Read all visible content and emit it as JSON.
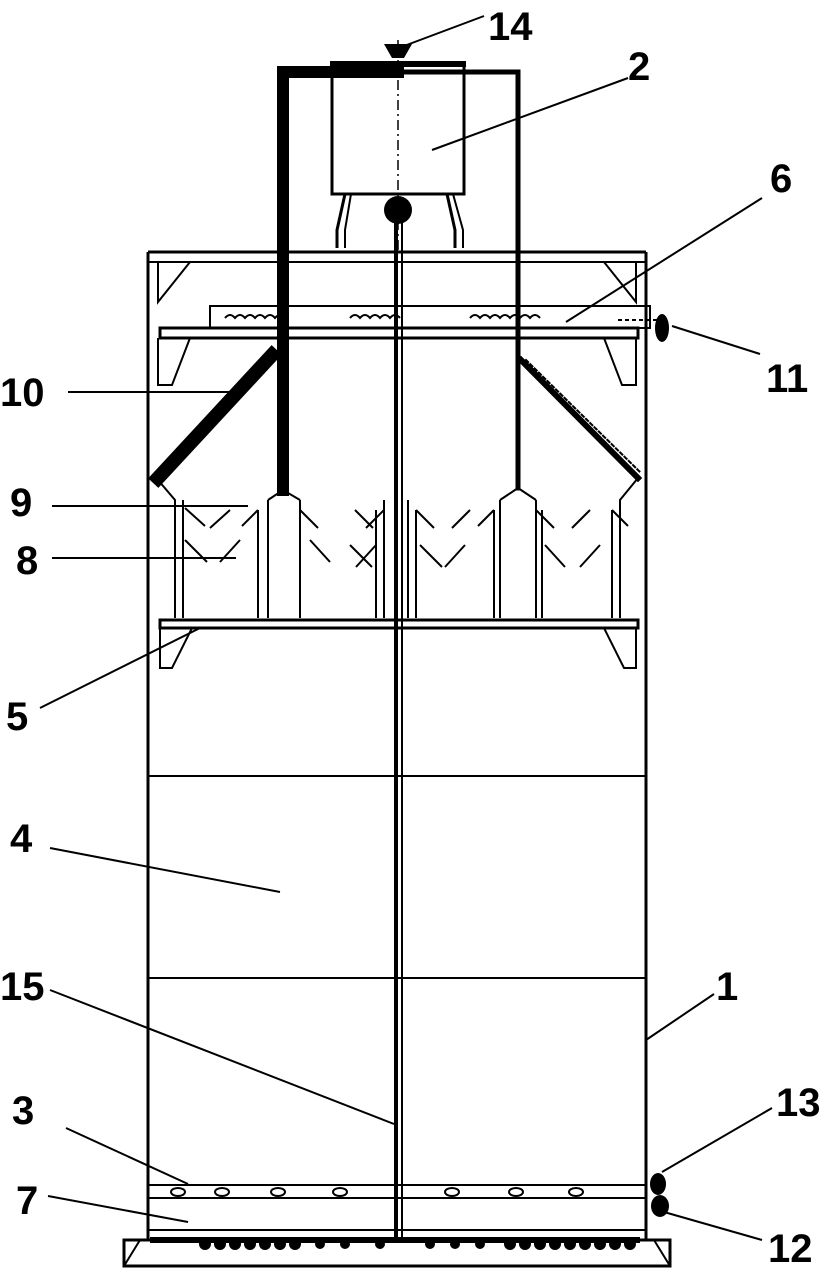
{
  "callouts": [
    {
      "id": "1",
      "text": "1"
    },
    {
      "id": "2",
      "text": "2"
    },
    {
      "id": "3",
      "text": "3"
    },
    {
      "id": "4",
      "text": "4"
    },
    {
      "id": "5",
      "text": "5"
    },
    {
      "id": "6",
      "text": "6"
    },
    {
      "id": "7",
      "text": "7"
    },
    {
      "id": "8",
      "text": "8"
    },
    {
      "id": "9",
      "text": "9"
    },
    {
      "id": "10",
      "text": "10"
    },
    {
      "id": "11",
      "text": "11"
    },
    {
      "id": "12",
      "text": "12"
    },
    {
      "id": "13",
      "text": "13"
    },
    {
      "id": "14",
      "text": "14"
    },
    {
      "id": "15",
      "text": "15"
    }
  ],
  "colors": {
    "stroke": "#000000",
    "background": "#ffffff"
  }
}
